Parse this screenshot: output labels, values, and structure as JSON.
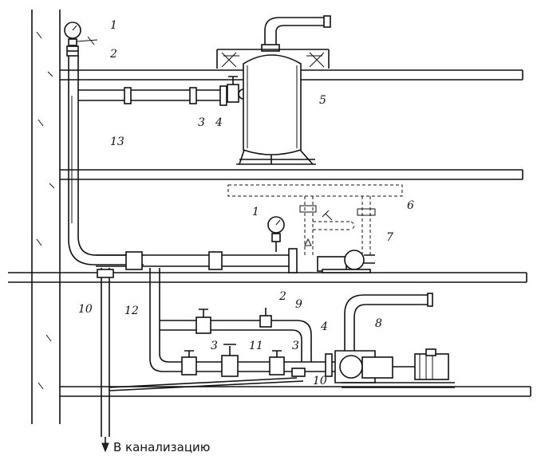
{
  "labels": {
    "l1_top": "1",
    "l2_top": "2",
    "l3_top": "3",
    "l4_top": "4",
    "l5": "5",
    "l13": "13",
    "l1_mid": "1",
    "l6": "6",
    "l7": "7",
    "l10_left": "10",
    "l12": "12",
    "l2_low": "2",
    "l9": "9",
    "l4_low": "4",
    "l8": "8",
    "l3_low_left": "3",
    "l11": "11",
    "l3_low_right": "3",
    "l10_low": "10"
  },
  "caption": "В канализацию"
}
